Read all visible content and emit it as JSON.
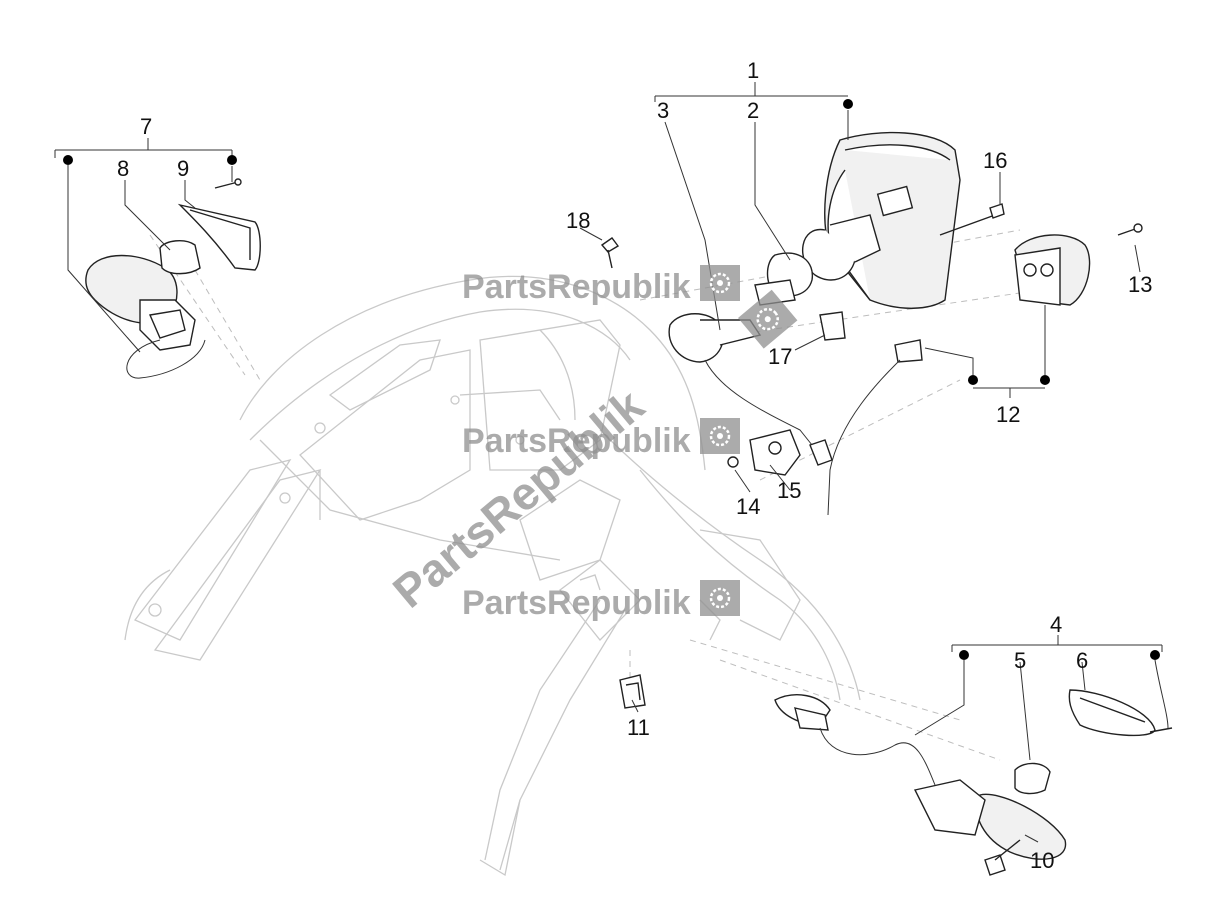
{
  "watermark": {
    "brand": "PartsRepublik"
  },
  "callouts": {
    "c1": "1",
    "c2": "2",
    "c3": "3",
    "c4": "4",
    "c5": "5",
    "c6": "6",
    "c7": "7",
    "c8": "8",
    "c9": "9",
    "c10": "10",
    "c11": "11",
    "c12": "12",
    "c13": "13",
    "c14": "14",
    "c15": "15",
    "c16": "16",
    "c17": "17",
    "c18": "18"
  },
  "colors": {
    "line": "#222222",
    "ghost": "#c9c9c9",
    "watermark": "#8f8f8f",
    "background": "#ffffff"
  }
}
